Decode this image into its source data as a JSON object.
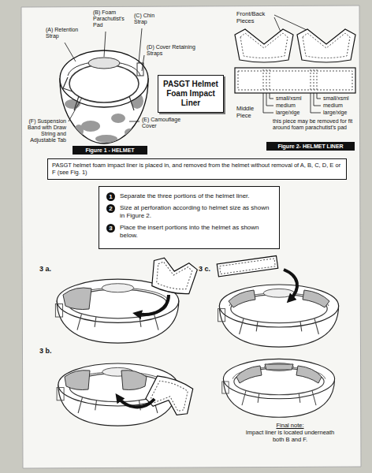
{
  "diagram": {
    "nodes": [
      {
        "text": [
          "PASGT Helmet Foam Impact Liner"
        ]
      },
      {
        "text": [
          "Figure 1 - HELMET"
        ]
      },
      {
        "text": [
          "Figure 2- HELMET LINER"
        ]
      },
      {
        "text": [
          "PASGT helmet foam impact liner is placed in, and removed from the helmet without removal of A, B, C, D, E or F (see Fig. 1)"
        ]
      },
      {
        "text": [
          "Separate the three portions of the helmet liner.",
          "Size at perforation according to helmet size as shown in Figure 2.",
          "Place the insert portions into the helmet as shown below."
        ]
      },
      {
        "text": [
          "1"
        ],
        "in": 4
      },
      {
        "text": [
          "2"
        ],
        "in": 4
      },
      {
        "text": [
          "3"
        ],
        "in": 4
      }
    ],
    "labels": [
      "(A) Retention Strap",
      "(B) Foam Parachutist's Pad",
      "(C) Chin Strap",
      "(D) Cover Retaining Straps",
      "(F) Suspension Band with Draw String and Adjustable Tab",
      "(E) Camouflage Cover",
      "Front/Back Pieces",
      "small/xsml",
      "medium",
      "large/xlge",
      "small/xsml",
      "medium",
      "large/xlge",
      "Middle Piece",
      "this piece may be removed for fit around foam parachutist's pad",
      "3 a.",
      "3 c.",
      "3 b.",
      "Final note:",
      "Impact liner is located underneath both B and F."
    ]
  }
}
